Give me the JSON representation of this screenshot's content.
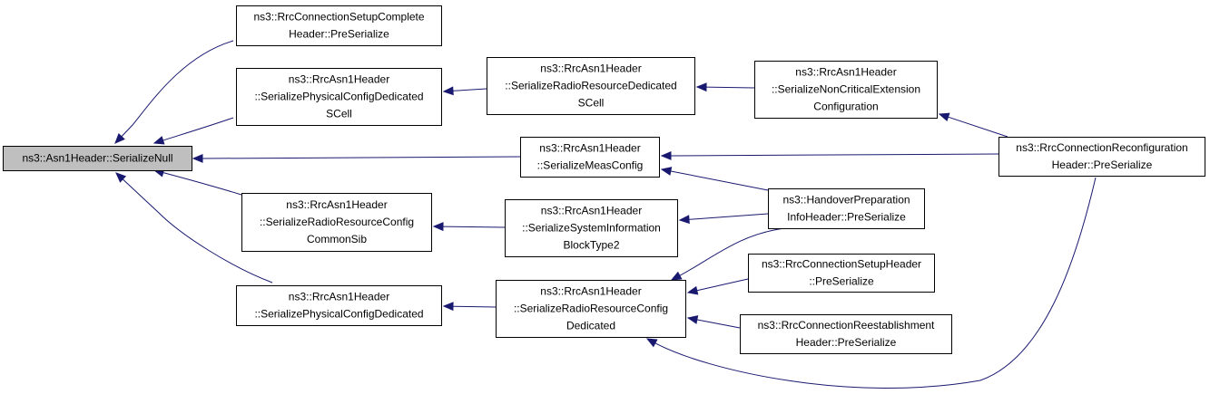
{
  "nodes": [
    {
      "id": "serialize_null",
      "lines": [
        "ns3::Asn1Header::SerializeNull"
      ],
      "focus": true
    },
    {
      "id": "rrc_setup_complete",
      "lines": [
        "ns3::RrcConnectionSetupComplete",
        "Header::PreSerialize"
      ]
    },
    {
      "id": "phys_cfg_ded_scell",
      "lines": [
        "ns3::RrcAsn1Header",
        "::SerializePhysicalConfigDedicated",
        "SCell"
      ]
    },
    {
      "id": "radio_res_ded_scell",
      "lines": [
        "ns3::RrcAsn1Header",
        "::SerializeRadioResourceDedicated",
        "SCell"
      ]
    },
    {
      "id": "noncritical_ext",
      "lines": [
        "ns3::RrcAsn1Header",
        "::SerializeNonCriticalExtension",
        "Configuration"
      ]
    },
    {
      "id": "meas_config",
      "lines": [
        "ns3::RrcAsn1Header",
        "::SerializeMeasConfig"
      ]
    },
    {
      "id": "rrc_reconfig",
      "lines": [
        "ns3::RrcConnectionReconfiguration",
        "Header::PreSerialize"
      ]
    },
    {
      "id": "radio_res_cfg_common_sib",
      "lines": [
        "ns3::RrcAsn1Header",
        "::SerializeRadioResourceConfig",
        "CommonSib"
      ]
    },
    {
      "id": "sys_info_block2",
      "lines": [
        "ns3::RrcAsn1Header",
        "::SerializeSystemInformation",
        "BlockType2"
      ]
    },
    {
      "id": "handover_prep",
      "lines": [
        "ns3::HandoverPreparation",
        "InfoHeader::PreSerialize"
      ]
    },
    {
      "id": "phys_cfg_ded",
      "lines": [
        "ns3::RrcAsn1Header",
        "::SerializePhysicalConfigDedicated"
      ]
    },
    {
      "id": "radio_res_cfg_ded",
      "lines": [
        "ns3::RrcAsn1Header",
        "::SerializeRadioResourceConfig",
        "Dedicated"
      ]
    },
    {
      "id": "rrc_setup_header",
      "lines": [
        "ns3::RrcConnectionSetupHeader",
        "::PreSerialize"
      ]
    },
    {
      "id": "rrc_reestablishment",
      "lines": [
        "ns3::RrcConnectionReestablishment",
        "Header::PreSerialize"
      ]
    }
  ],
  "edges": [
    {
      "from": "rrc_setup_complete",
      "to": "serialize_null"
    },
    {
      "from": "phys_cfg_ded_scell",
      "to": "serialize_null"
    },
    {
      "from": "meas_config",
      "to": "serialize_null"
    },
    {
      "from": "radio_res_cfg_common_sib",
      "to": "serialize_null"
    },
    {
      "from": "phys_cfg_ded",
      "to": "serialize_null"
    },
    {
      "from": "radio_res_ded_scell",
      "to": "phys_cfg_ded_scell"
    },
    {
      "from": "noncritical_ext",
      "to": "radio_res_ded_scell"
    },
    {
      "from": "rrc_reconfig",
      "to": "noncritical_ext"
    },
    {
      "from": "rrc_reconfig",
      "to": "meas_config"
    },
    {
      "from": "handover_prep",
      "to": "meas_config"
    },
    {
      "from": "sys_info_block2",
      "to": "radio_res_cfg_common_sib"
    },
    {
      "from": "handover_prep",
      "to": "sys_info_block2"
    },
    {
      "from": "radio_res_cfg_ded",
      "to": "phys_cfg_ded"
    },
    {
      "from": "handover_prep",
      "to": "radio_res_cfg_ded"
    },
    {
      "from": "rrc_setup_header",
      "to": "radio_res_cfg_ded"
    },
    {
      "from": "rrc_reestablishment",
      "to": "radio_res_cfg_ded"
    },
    {
      "from": "rrc_reconfig",
      "to": "radio_res_cfg_ded"
    }
  ],
  "colors": {
    "edge": "#191970",
    "focus_fill": "#bfbfbf",
    "node_border": "#000000"
  }
}
